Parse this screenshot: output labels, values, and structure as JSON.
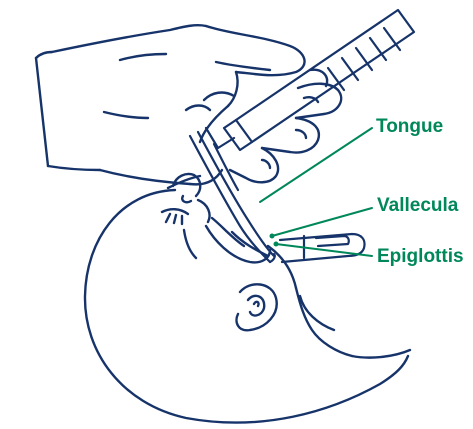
{
  "colors": {
    "outline": "#16336a",
    "label": "#00875a",
    "background": "#ffffff"
  },
  "labels": {
    "tongue": "Tongue",
    "vallecula": "Vallecula",
    "epiglottis": "Epiglottis"
  },
  "icons": {
    "glove": "gloved-hand-icon",
    "laryngoscope": "laryngoscope-icon",
    "infant": "infant-head-icon"
  }
}
